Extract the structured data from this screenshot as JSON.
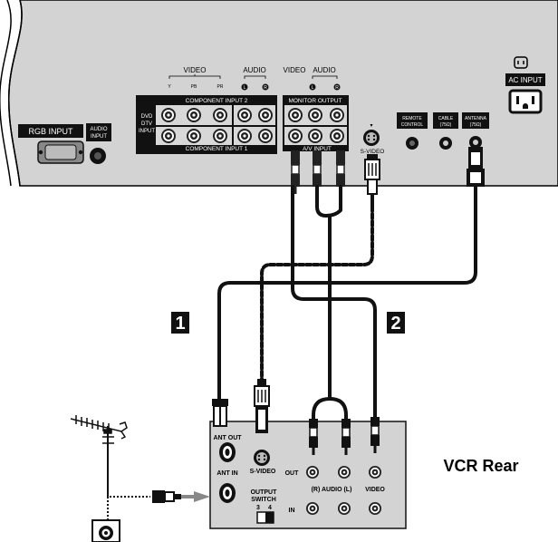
{
  "tv_panel": {
    "rgb_input": "RGB INPUT",
    "audio_input": [
      "AUDIO",
      "INPUT"
    ],
    "dvd_dtv_input": [
      "DVD",
      "DTV",
      "INPUT"
    ],
    "video_label": "VIDEO",
    "audio_label": "AUDIO",
    "y": "Y",
    "pb": "PB",
    "pr": "PR",
    "component_input_2": "COMPONENT INPUT 2",
    "component_input_1": "COMPONENT INPUT 1",
    "monitor_output": "MONITOR OUTPUT",
    "mon_video_label": "VIDEO",
    "mon_audio_label": "AUDIO",
    "left_mark": "L",
    "right_mark": "R",
    "av_input": "A/V INPUT",
    "s_video": "S-VIDEO",
    "remote_control": [
      "REMOTE",
      "CONTROL"
    ],
    "cable": [
      "CABLE",
      "(75Ω)"
    ],
    "antenna": [
      "ANTENNA",
      "(75Ω)"
    ],
    "ac_input": "AC INPUT"
  },
  "steps": {
    "step1": "1",
    "step2": "2"
  },
  "vcr": {
    "title": "VCR Rear",
    "ant_out": "ANT OUT",
    "ant_in": "ANT IN",
    "s_video": "S-VIDEO",
    "output_switch": [
      "OUTPUT",
      "SWITCH"
    ],
    "switch_3": "3",
    "switch_4": "4",
    "out": "OUT",
    "in": "IN",
    "audio": "(R) AUDIO (L)",
    "video": "VIDEO"
  }
}
